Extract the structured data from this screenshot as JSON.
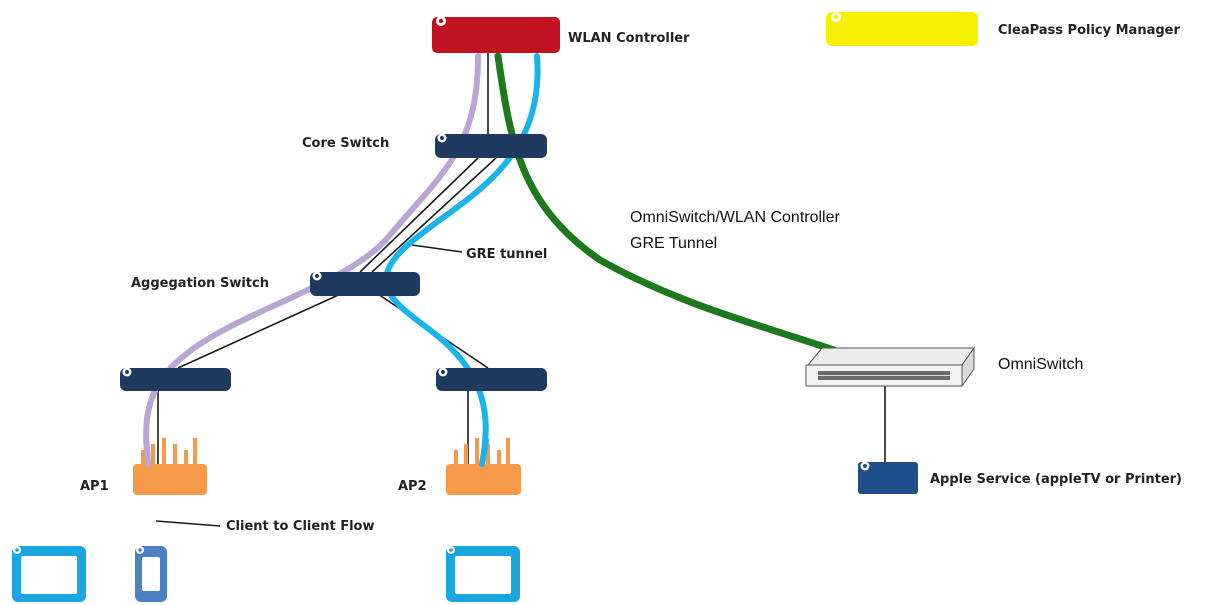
{
  "labels": {
    "wlan_controller": "WLAN Controller",
    "clearpass": "CleaPass Policy Manager",
    "core_switch": "Core Switch",
    "aggregation_switch": "Aggegation Switch",
    "gre_tunnel": "GRE tunnel",
    "omni_tunnel_line1": "OmniSwitch/WLAN Controller",
    "omni_tunnel_line2": "GRE Tunnel",
    "omniswitch": "OmniSwitch",
    "ap1": "AP1",
    "ap2": "AP2",
    "client_flow": "Client to Client Flow",
    "apple_service": "Apple Service (appleTV or Printer)"
  },
  "colors": {
    "controller": "#c0131f",
    "clearpass": "#f7f000",
    "switch": "#1f3a5f",
    "ap": "#f59a4a",
    "client_flow": "#b9a6d3",
    "gre_tunnel": "#1cb4e8",
    "omni_tunnel": "#1c7a1c",
    "apple_service": "#1f4f8a",
    "client_device": "#1aa6df",
    "phone": "#4c82c4"
  }
}
